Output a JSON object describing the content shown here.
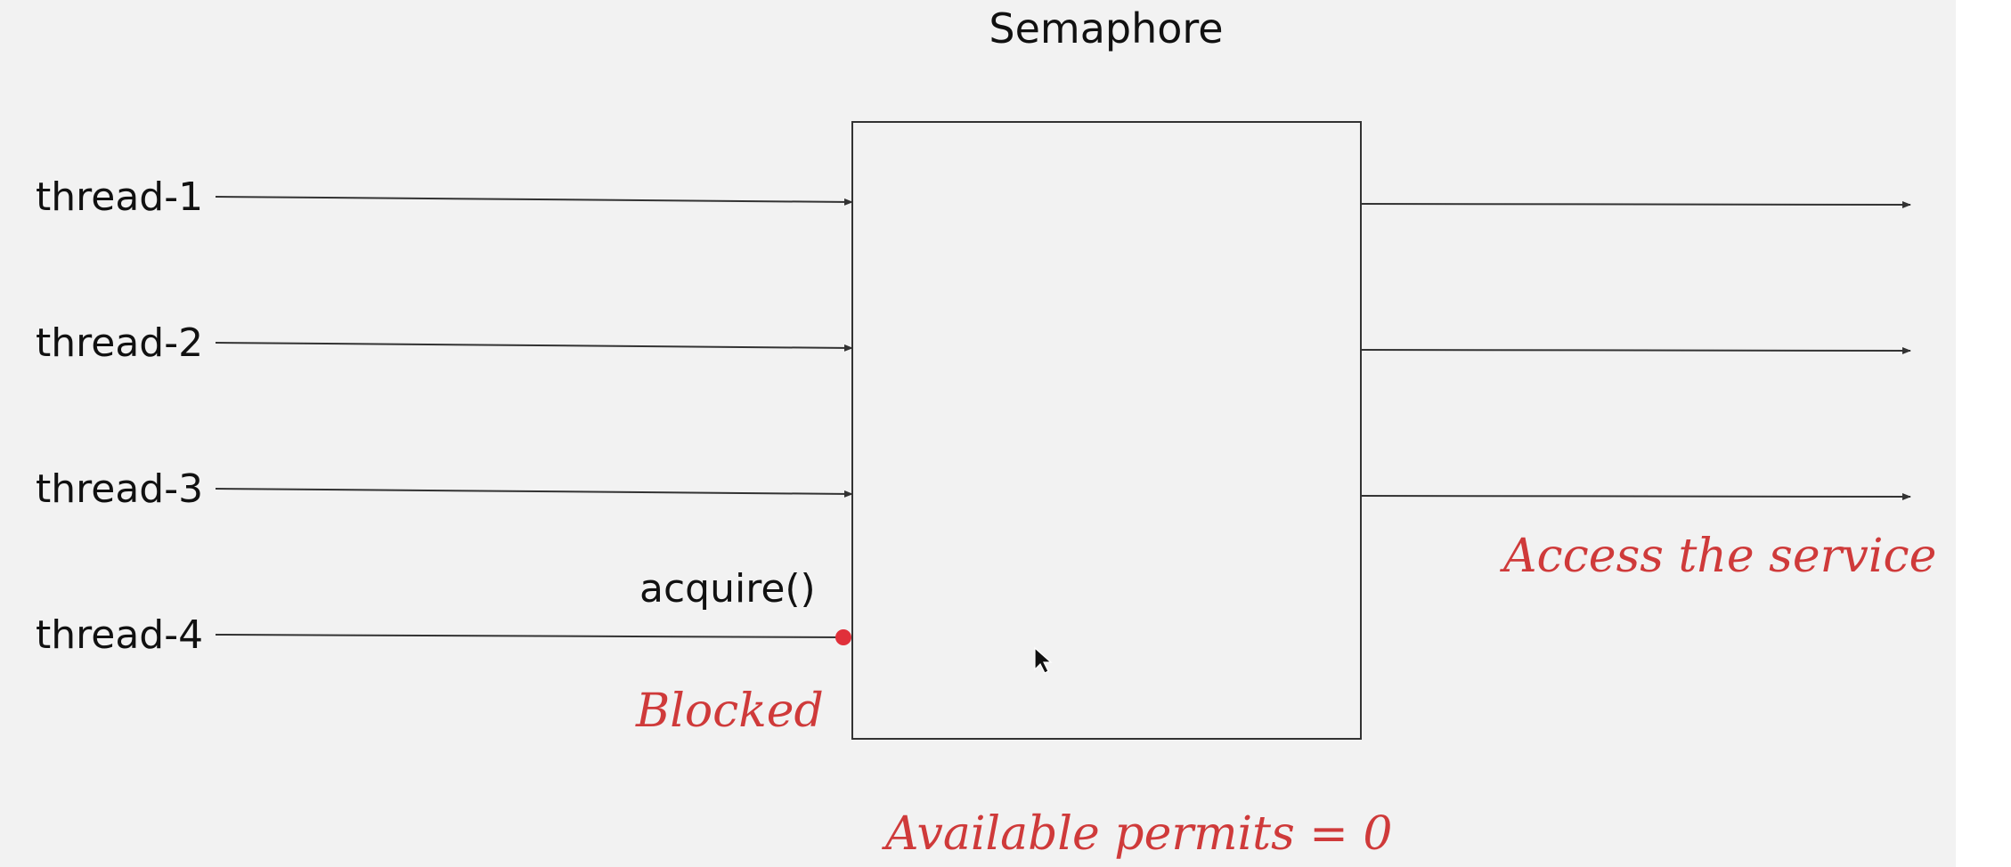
{
  "title": "Semaphore",
  "threads": [
    {
      "label": "thread-1",
      "status": "passes"
    },
    {
      "label": "thread-2",
      "status": "passes"
    },
    {
      "label": "thread-3",
      "status": "passes"
    },
    {
      "label": "thread-4",
      "status": "blocked"
    }
  ],
  "acquire_label": "acquire()",
  "blocked_note": "Blocked",
  "access_note": "Access the service",
  "permits_note": "Available permits = 0",
  "colors": {
    "background": "#f2f2f2",
    "line": "#333333",
    "accent_red": "#cf3a3a",
    "blocked_dot": "#e0303a"
  }
}
